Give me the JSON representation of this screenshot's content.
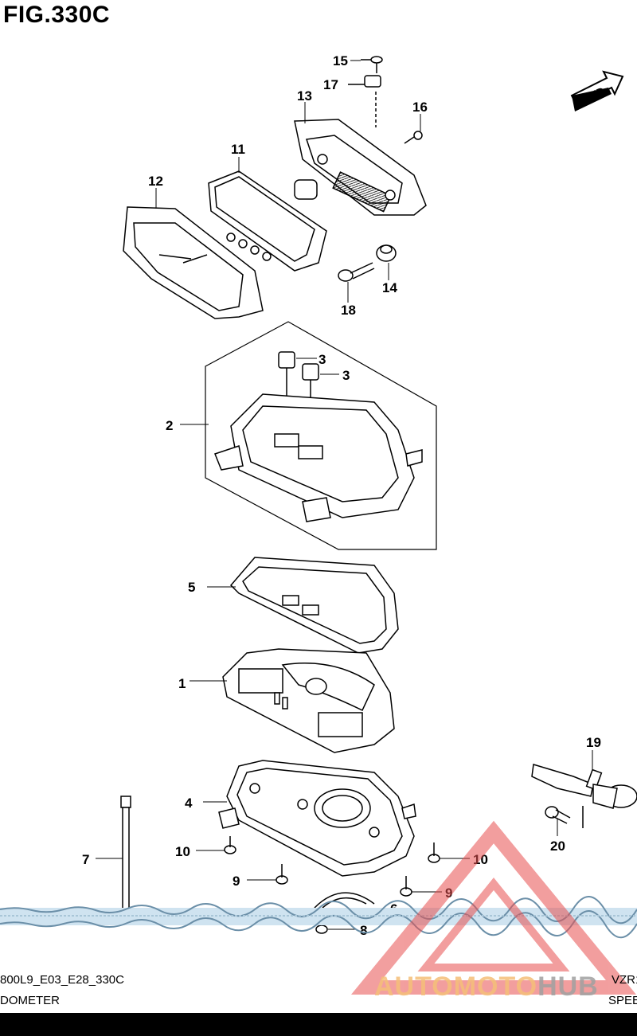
{
  "figure": {
    "title": "FIG.330C",
    "fwd_label": "FWD"
  },
  "callouts": {
    "c1": "1",
    "c2": "2",
    "c3a": "3",
    "c3b": "3",
    "c4": "4",
    "c5": "5",
    "c6": "6",
    "c7": "7",
    "c8": "8",
    "c9a": "9",
    "c9b": "9",
    "c10a": "10",
    "c10b": "10",
    "c11": "11",
    "c12": "12",
    "c13": "13",
    "c14": "14",
    "c15": "15",
    "c16": "16",
    "c17": "17",
    "c18": "18",
    "c19": "19",
    "c20": "20"
  },
  "footer": {
    "code_left": "800L9_E03_E28_330C",
    "name_left": "DOMETER",
    "code_right": "VZR1",
    "name_right": "SPEE"
  },
  "watermark": {
    "part1": "AUTOMOTO",
    "part2": "HUB",
    "color_primary": "#e85050",
    "color_secondary": "#f0a050"
  }
}
